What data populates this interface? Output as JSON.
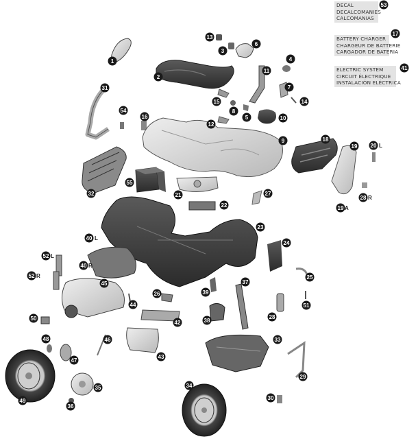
{
  "legend": {
    "decal": {
      "lines": [
        "DECAL",
        "DECALCOMANIES",
        "CALCOMANIAS"
      ],
      "number": "53"
    },
    "battery_charger": {
      "lines": [
        "BATTERY CHARGER",
        "CHARGEUR DE BATTERIE",
        "CARGADOR DE BATERIA"
      ],
      "number": "17"
    },
    "electric_system": {
      "lines": [
        "ELECTRIC SYSTEM",
        "CIRCUIT ÉLECTRIQUE",
        "INSTALACIÓN ELÉCTRICA"
      ],
      "number": "41"
    }
  },
  "callouts": [
    "1",
    "2",
    "3",
    "4",
    "5",
    "6",
    "7",
    "8",
    "9",
    "10",
    "11",
    "12",
    "13",
    "14",
    "15",
    "16",
    "18",
    "19",
    "20",
    "21",
    "22",
    "23",
    "24",
    "25",
    "26",
    "27",
    "28",
    "29",
    "30",
    "31",
    "32",
    "33",
    "34",
    "35",
    "36",
    "37",
    "38",
    "39",
    "40",
    "42",
    "43",
    "44",
    "45",
    "46",
    "47",
    "48",
    "49",
    "50",
    "51",
    "52",
    "54",
    "55"
  ],
  "callout_suffixes": {
    "19A": "A",
    "20L": "L",
    "28R": "R",
    "40L": "L",
    "40R": "R",
    "52L": "L",
    "52R": "R"
  },
  "colors": {
    "part_dark": "#3c3c3c",
    "part_mid": "#8a8a8a",
    "part_light": "#d6d6d6",
    "outline": "#2a2a2a",
    "badge": "#1a1a1a",
    "badge_text": "#ffffff",
    "legend_bg": "#e3e3e3"
  }
}
